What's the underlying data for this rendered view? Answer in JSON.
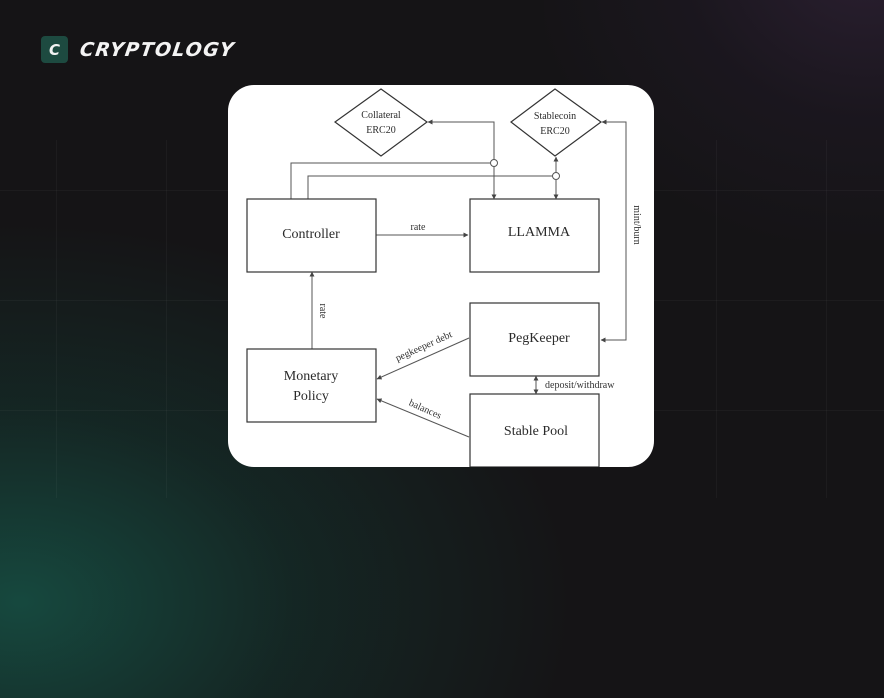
{
  "brand": {
    "logo_letter": "C",
    "name": "CRYPTOLOGY",
    "accent_color": "#1d4a40"
  },
  "diagram": {
    "nodes": {
      "collateral": {
        "line1": "Collateral",
        "line2": "ERC20",
        "shape": "diamond"
      },
      "stablecoin": {
        "line1": "Stablecoin",
        "line2": "ERC20",
        "shape": "diamond"
      },
      "controller": {
        "label": "Controller",
        "shape": "box"
      },
      "llamma": {
        "label": "LLAMMA",
        "shape": "box"
      },
      "pegkeeper": {
        "label": "PegKeeper",
        "shape": "box"
      },
      "monetary_policy": {
        "line1": "Monetary",
        "line2": "Policy",
        "shape": "box"
      },
      "stable_pool": {
        "label": "Stable Pool",
        "shape": "box"
      }
    },
    "edges": {
      "controller_llamma": {
        "label": "rate",
        "from": "Controller",
        "to": "LLAMMA"
      },
      "monetary_controller": {
        "label": "rate",
        "from": "Monetary Policy",
        "to": "Controller"
      },
      "stablecoin_pegkeeper": {
        "label": "mint/burn",
        "from": "Stablecoin ERC20",
        "to": "PegKeeper"
      },
      "pegkeeper_monetary": {
        "label": "pegkeeper debt",
        "from": "PegKeeper",
        "to": "Monetary Policy"
      },
      "stablepool_monetary": {
        "label": "balances",
        "from": "Stable Pool",
        "to": "Monetary Policy"
      },
      "pegkeeper_stablepool": {
        "label": "deposit/withdraw",
        "from": "PegKeeper",
        "to": "Stable Pool"
      },
      "llamma_collateral": {
        "label": "",
        "from": "LLAMMA",
        "to": "Collateral ERC20"
      },
      "llamma_stablecoin": {
        "label": "",
        "from": "LLAMMA",
        "to": "Stablecoin ERC20"
      },
      "controller_llamma_link1": {
        "label": "",
        "from": "Controller",
        "to": "LLAMMA"
      },
      "controller_llamma_link2": {
        "label": "",
        "from": "Controller",
        "to": "LLAMMA"
      }
    }
  }
}
